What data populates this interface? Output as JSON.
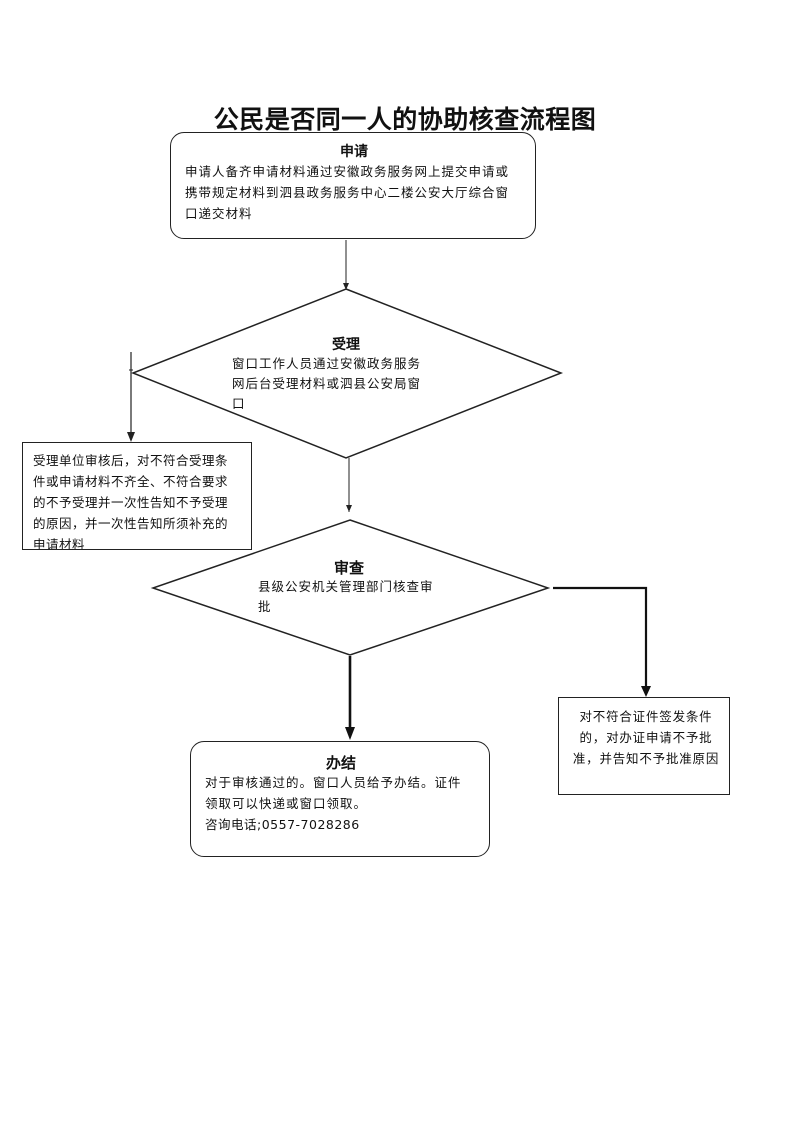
{
  "title": "公民是否同一人的协助核查流程图",
  "nodes": {
    "apply": {
      "heading": "申请",
      "lines": [
        "申请人备齐申请材料通过安徽政务服务网上提交申请或",
        "携带规定材料到泗县政务服务中心二楼公安大厅综合窗",
        "口递交材料"
      ]
    },
    "accept": {
      "heading": "受理",
      "lines": [
        "窗口工作人员通过安徽政务服务",
        "网后台受理材料或泗县公安局窗",
        "口"
      ]
    },
    "reject_accept": {
      "lines": [
        "受理单位审核后，对不符合受理条",
        "件或申请材料不齐全、不符合要求",
        "的不予受理并一次性告知不予受理",
        "的原因，并一次性告知所须补充的",
        "申请材料"
      ]
    },
    "review": {
      "heading": "审查",
      "lines": [
        "县级公安机关管理部门核查审",
        "批"
      ]
    },
    "reject_review": {
      "lines": [
        "对不符合证件签发条件",
        "的，对办证申请不予批",
        "准，并告知不予批准原因"
      ]
    },
    "complete": {
      "heading": "办结",
      "lines": [
        "对于审核通过的。窗口人员给予办结。证件",
        "领取可以快递或窗口领取。",
        "咨询电话;0557-7028286"
      ]
    }
  }
}
